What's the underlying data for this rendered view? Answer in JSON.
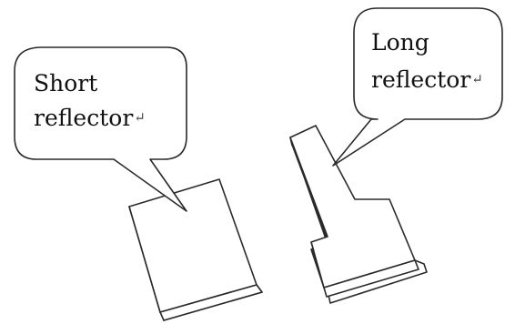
{
  "short_reflector": {
    "line1": "Short",
    "line2": "reflector",
    "return_mark": "↵"
  },
  "long_reflector": {
    "line1": "Long",
    "line2": "reflector",
    "return_mark": "↵"
  }
}
